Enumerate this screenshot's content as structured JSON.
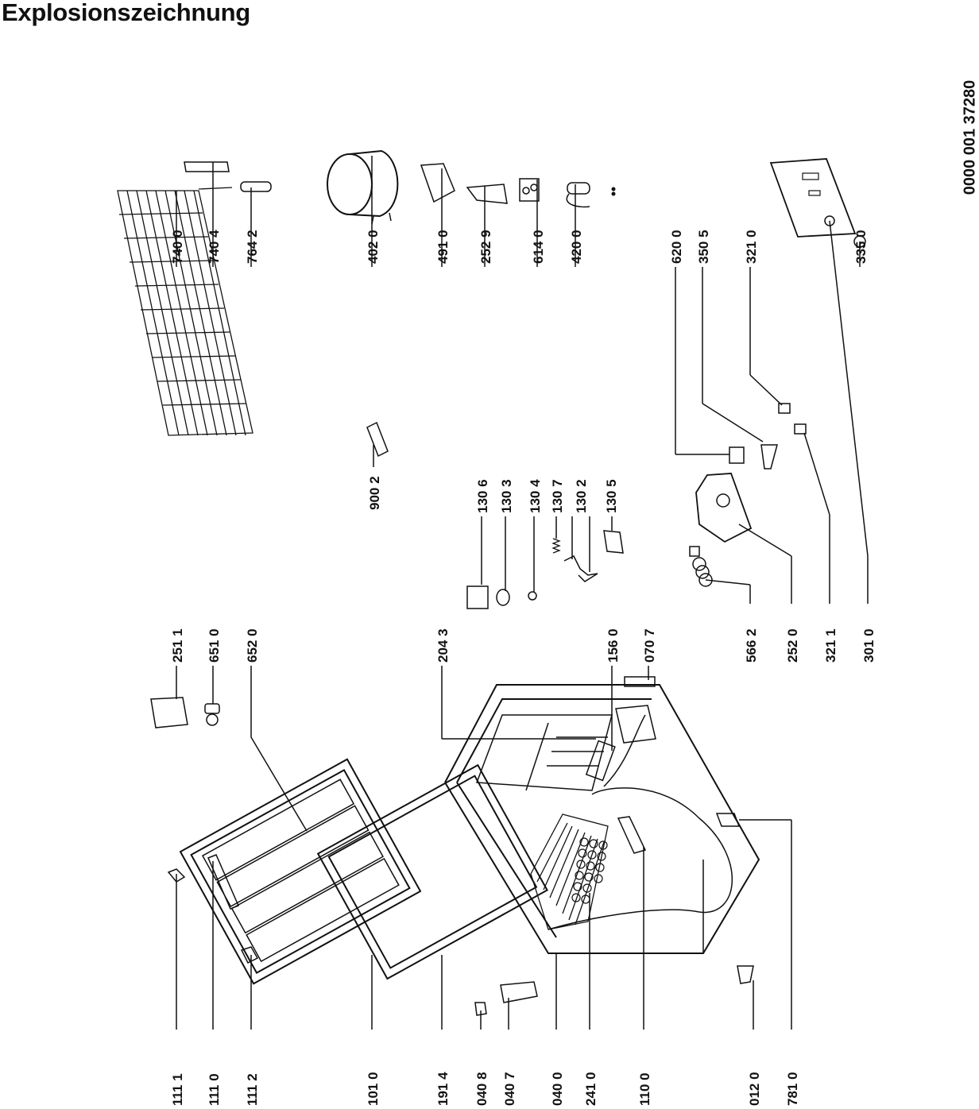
{
  "title": "Explosionszeichnung",
  "document_number": "0000 001 37280",
  "parts": [
    {
      "label": "111 1"
    },
    {
      "label": "111 0"
    },
    {
      "label": "111 2"
    },
    {
      "label": "101 0"
    },
    {
      "label": "191 4"
    },
    {
      "label": "040 8"
    },
    {
      "label": "040 7"
    },
    {
      "label": "040 0"
    },
    {
      "label": "241 0"
    },
    {
      "label": "110 0"
    },
    {
      "label": "012 0"
    },
    {
      "label": "781 0"
    },
    {
      "label": "251 1"
    },
    {
      "label": "651 0"
    },
    {
      "label": "652 0"
    },
    {
      "label": "204 3"
    },
    {
      "label": "156 0"
    },
    {
      "label": "070 7"
    },
    {
      "label": "130 6"
    },
    {
      "label": "130 3"
    },
    {
      "label": "130 4"
    },
    {
      "label": "130 7"
    },
    {
      "label": "130 2"
    },
    {
      "label": "130 5"
    },
    {
      "label": "566 2"
    },
    {
      "label": "252 0"
    },
    {
      "label": "321 1"
    },
    {
      "label": "301 0"
    },
    {
      "label": "900 2"
    },
    {
      "label": "740 0"
    },
    {
      "label": "740 4"
    },
    {
      "label": "764 2"
    },
    {
      "label": "402 0"
    },
    {
      "label": "491 0"
    },
    {
      "label": "252 9"
    },
    {
      "label": "614 0"
    },
    {
      "label": "420 0"
    },
    {
      "label": "620 0"
    },
    {
      "label": "350 5"
    },
    {
      "label": "321 0"
    },
    {
      "label": "335 0"
    }
  ]
}
